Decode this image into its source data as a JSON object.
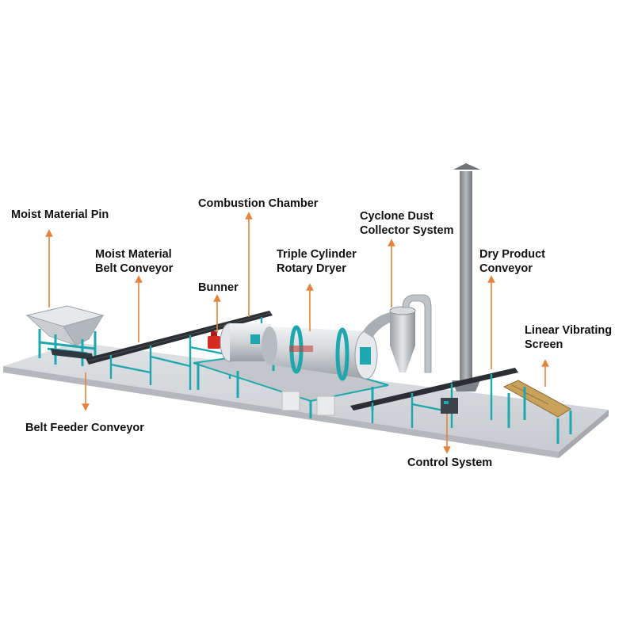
{
  "labels": {
    "moist_material_pin": "Moist Material Pin",
    "combustion_chamber": "Combustion Chamber",
    "cyclone_dust_collector": [
      "Cyclone Dust",
      "Collector System"
    ],
    "moist_material_belt_conveyor": [
      "Moist Material",
      "Belt Conveyor"
    ],
    "triple_cylinder_rotary_dryer": [
      "Triple Cylinder",
      "Rotary Dryer"
    ],
    "dry_product_conveyor": [
      "Dry Product",
      "Conveyor"
    ],
    "bunner": "Bunner",
    "linear_vibrating_screen": [
      "Linear Vibrating",
      "Screen"
    ],
    "belt_feeder_conveyor": "Belt Feeder Conveyor",
    "control_system": "Control System"
  },
  "colors": {
    "arrow": "#e8823a",
    "frame": "#1fa7b0",
    "floor": "#d3d6da",
    "dryer": "#cfd3d6",
    "dryer_ring": "#1fa7b0",
    "burner": "#d62b22",
    "chimney": "#8f969c",
    "label": "#111111"
  }
}
